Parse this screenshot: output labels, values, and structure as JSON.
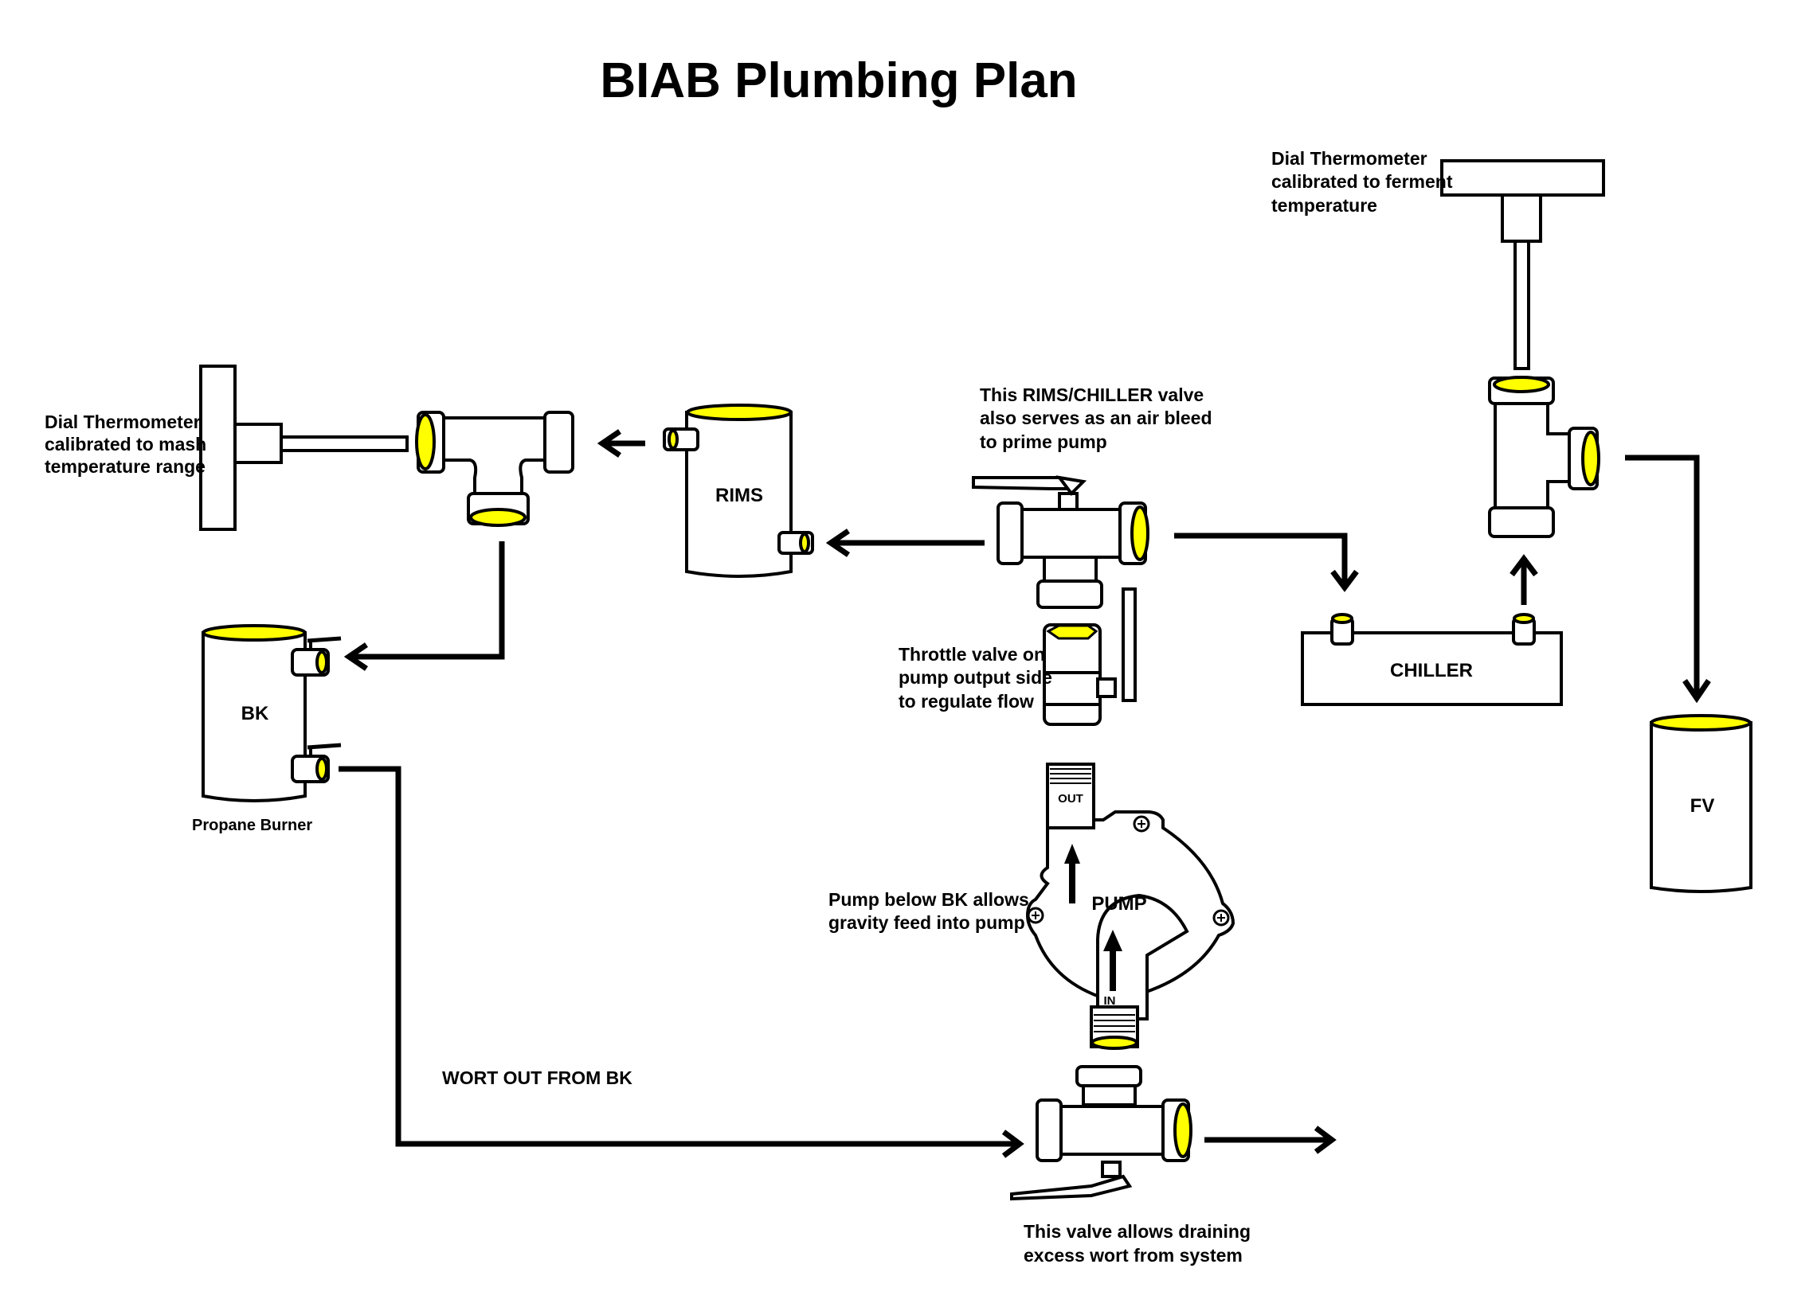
{
  "title": "BIAB Plumbing Plan",
  "labels": {
    "thermo_mash": [
      "Dial Thermometer",
      "calibrated to mash",
      "temperature range"
    ],
    "thermo_ferment": [
      "Dial Thermometer",
      "calibrated to ferment",
      "temperature"
    ],
    "rims_chiller_valve": [
      "This RIMS/CHILLER valve",
      "also serves as an air bleed",
      "to prime pump"
    ],
    "throttle_valve": [
      "Throttle valve on",
      "pump output side",
      "to regulate flow"
    ],
    "pump_note": [
      "Pump below BK allows",
      "gravity feed into pump"
    ],
    "drain_valve": [
      "This valve allows draining",
      "excess wort from system"
    ],
    "propane_burner": "Propane Burner",
    "wort_out": "WORT OUT FROM BK"
  },
  "components": {
    "rims": "RIMS",
    "bk": "BK",
    "chiller": "CHILLER",
    "fv": "FV",
    "pump": "PUMP",
    "pump_out": "OUT",
    "pump_in": "IN"
  },
  "colors": {
    "line": "#000000",
    "opening": "#ffff00",
    "background": "#ffffff"
  }
}
